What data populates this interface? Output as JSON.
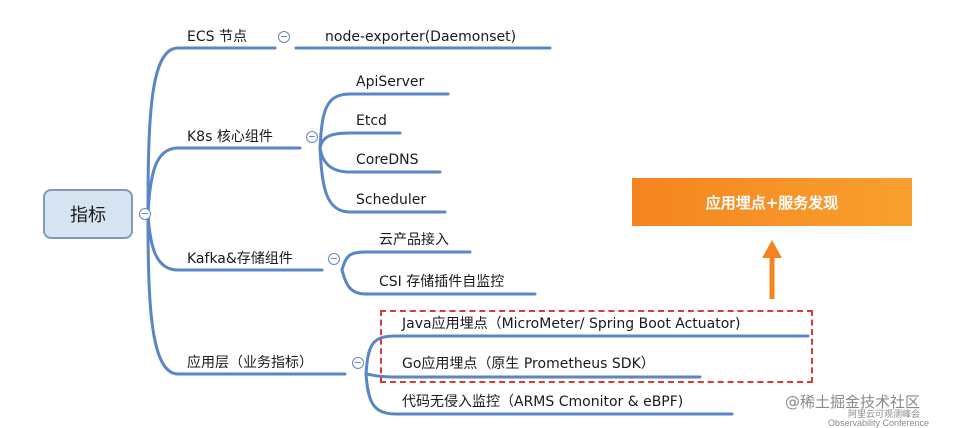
{
  "root": {
    "label": "指标"
  },
  "branches": [
    {
      "label": "ECS 节点",
      "children": [
        "node-exporter(Daemonset)"
      ]
    },
    {
      "label": "K8s 核心组件",
      "children": [
        "ApiServer",
        "Etcd",
        "CoreDNS",
        "Scheduler"
      ]
    },
    {
      "label": "Kafka&存储组件",
      "children": [
        "云产品接入",
        "CSI 存储插件自监控"
      ]
    },
    {
      "label": "应用层（业务指标）",
      "children": [
        "Java应用埋点（MicroMeter/ Spring Boot Actuator)",
        "Go应用埋点（原生 Prometheus SDK）",
        "代码无侵入监控（ARMS Cmonitor & eBPF)"
      ]
    }
  ],
  "highlight": {
    "label": "应用埋点+服务发现"
  },
  "watermark": {
    "brand": "@稀土掘金技术社区",
    "line2": "阿里云可观测峰会",
    "line3": "Observability Conference"
  },
  "colors": {
    "line": "#5a86c5",
    "root_fill": "#d6e3f1",
    "accent": "#f5841f",
    "dashed": "#d93b35"
  }
}
